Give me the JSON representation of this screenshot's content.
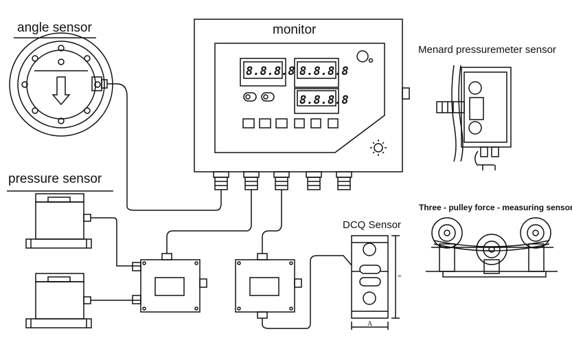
{
  "labels": {
    "angle_sensor": "angle sensor",
    "monitor": "monitor",
    "menard": "Menard pressuremeter sensor",
    "pressure_sensor": "pressure sensor",
    "dcq_sensor": "DCQ Sensor",
    "three_pulley": "Three - pulley force - measuring sensor"
  },
  "displays": {
    "left": "8.8.8.8",
    "right_top": "8.8.8.8",
    "right_bottom": "8.8.8.8"
  },
  "dimension_marks": {
    "width": "A",
    "height": "="
  },
  "colors": {
    "line": "#111111",
    "background": "#ffffff"
  }
}
